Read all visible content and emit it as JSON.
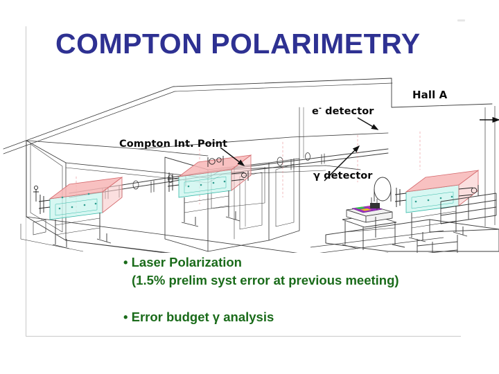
{
  "slide": {
    "title": "COMPTON POLARIMETRY",
    "title_color": "#2E3192",
    "bullet_color": "#1A6B1A",
    "background": "#FFFFFF"
  },
  "diagram": {
    "name": "compton-polarimeter-hall-a-layout",
    "labels": {
      "compton_interaction_point": "Compton Int. Point",
      "electron_detector_prefix": "e",
      "electron_detector_sup": "-",
      "electron_detector_suffix": " detector",
      "gamma_detector": "γ detector",
      "hall": "Hall A"
    },
    "colors": {
      "magnet_top": "#F4A3A3",
      "magnet_face": "#7FE0D4",
      "outline": "#2B2B2B",
      "detector_accent": "#A020C0"
    }
  },
  "bullets": {
    "item1_line1": "• Laser Polarization",
    "item1_line2": "(1.5% prelim syst error at previous meeting)",
    "item2_pre": "• Error budget ",
    "item2_gamma": "γ",
    "item2_post": " analysis"
  }
}
